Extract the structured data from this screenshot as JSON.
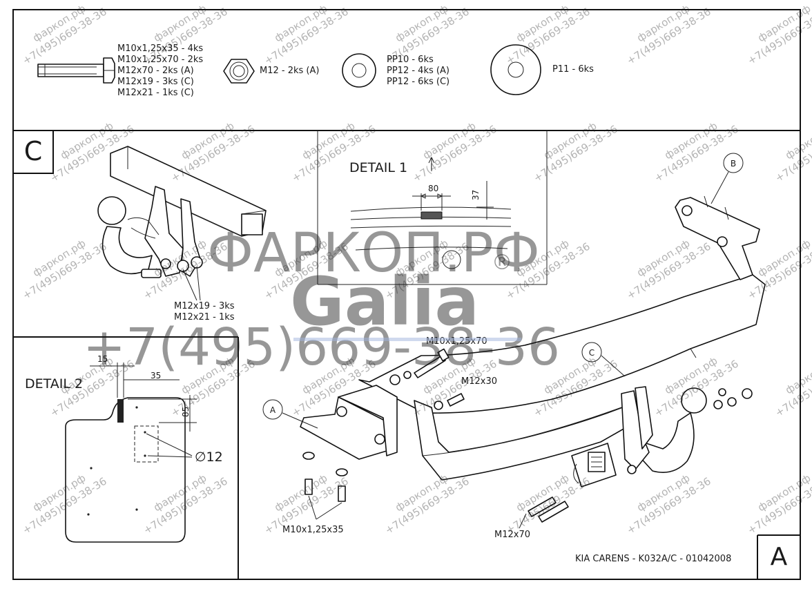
{
  "header": {
    "bolt_specs": [
      "M10x1,25x35 - 4ks",
      "M10x1,25x70 - 2ks",
      "M12x70 - 2ks (A)",
      "M12x19 - 3ks (C)",
      "M12x21 - 1ks (C)"
    ],
    "nut_spec": "M12 - 2ks (A)",
    "washer_specs": [
      "PP10 - 6ks",
      "PP12 - 4ks (A)",
      "PP12 - 6ks (C)"
    ],
    "plate_spec": "P11 - 6ks"
  },
  "view_c": {
    "letter": "C",
    "bolt_labels": [
      "M12x19 - 3ks",
      "M12x21 - 1ks"
    ]
  },
  "detail1": {
    "title": "DETAIL 1",
    "dim_width": "80",
    "dim_height": "37"
  },
  "detail2": {
    "title": "DETAIL 2",
    "dim_15": "15",
    "dim_35": "35",
    "dim_85": "85",
    "hole_dia": "∅12"
  },
  "main": {
    "callout_a": "A",
    "callout_b": "B",
    "callout_c": "C",
    "label_m10x70": "M10x1,25x70",
    "label_m12x30": "M12x30",
    "label_m10x35": "M10x1,25x35",
    "label_m12x70": "M12x70"
  },
  "title_block": {
    "text": "KIA CARENS - K032A/C - 01042008",
    "sheet_letter": "A"
  },
  "watermark": {
    "brand": "ФАРКОП.РФ",
    "logo": "Galia",
    "registered": "®",
    "phone": "+7(495)669-38-36",
    "site": "фаркоп.рф"
  }
}
